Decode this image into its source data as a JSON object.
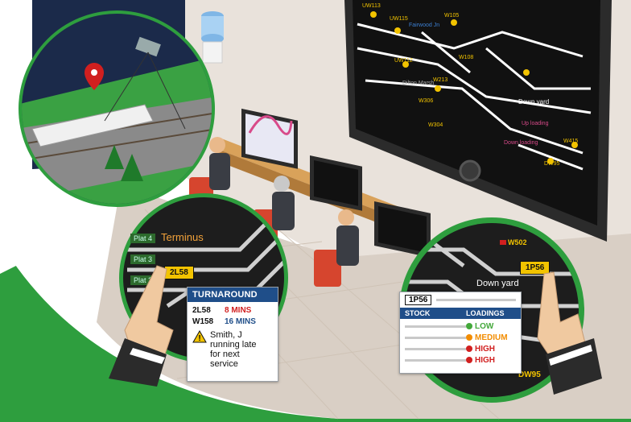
{
  "colors": {
    "brand_green": "#2e9e3e",
    "navy": "#1b2a4a",
    "panel_blue": "#1f4e89",
    "track_bg": "#1d1d1d",
    "yellow": "#f2c300",
    "red": "#d11f1f",
    "orange": "#f28c00",
    "low_green": "#43a83a"
  },
  "left_zoom": {
    "plat_labels": [
      "Plat 4",
      "Plat 3",
      "Plat 2"
    ],
    "terminus": "Terminus",
    "train_tag": "2L58",
    "turnaround": {
      "title": "TURNAROUND",
      "rows": [
        {
          "id": "2L58",
          "time": "8 MINS",
          "color": "#d11f1f"
        },
        {
          "id": "W158",
          "time": "16 MINS",
          "color": "#1f4e89"
        }
      ],
      "warning": [
        "Smith, J",
        "running late",
        "for next",
        "service"
      ]
    }
  },
  "right_zoom": {
    "signal_top": "W502",
    "train_tag": "1P56",
    "yard": "Down yard",
    "signal_bottom": "DW95",
    "loadings_panel": {
      "title": "1P56",
      "col_stock": "STOCK",
      "col_loadings": "LOADINGS",
      "rows": [
        {
          "level": "LOW",
          "color": "#43a83a"
        },
        {
          "level": "MEDIUM",
          "color": "#f28c00"
        },
        {
          "level": "HIGH",
          "color": "#d11f1f"
        },
        {
          "level": "HIGH",
          "color": "#d11f1f"
        }
      ]
    }
  },
  "wall_screen": {
    "labels": [
      "UW113",
      "UW115",
      "W105",
      "UW112",
      "W108",
      "W213",
      "W306",
      "W304",
      "Dilton Marsh",
      "Fairwood Jn",
      "Down yard",
      "W415",
      "DW95",
      "Up loading",
      "Down loading"
    ]
  }
}
